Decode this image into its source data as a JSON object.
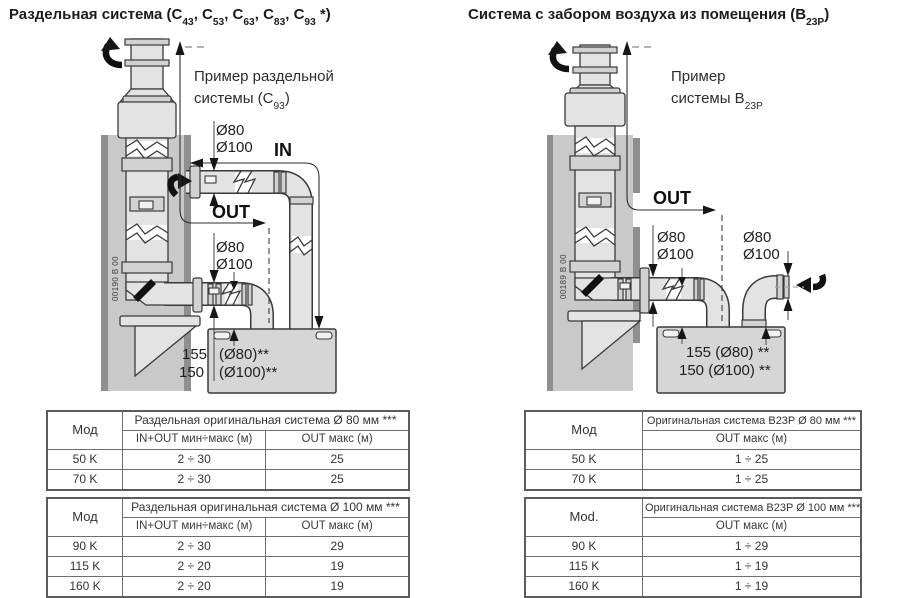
{
  "titles": {
    "left_runs": [
      {
        "t": "Раздельная система (C"
      },
      {
        "sub": "43"
      },
      {
        "t": ", C"
      },
      {
        "sub": "53"
      },
      {
        "t": ", C"
      },
      {
        "sub": "63"
      },
      {
        "t": ", C"
      },
      {
        "sub": "83"
      },
      {
        "t": ", C"
      },
      {
        "sub": "93"
      },
      {
        "t": " *)"
      }
    ],
    "right_runs": [
      {
        "t": "Система с забором воздуха из помещения (B"
      },
      {
        "sub": "23P"
      },
      {
        "t": ")"
      }
    ]
  },
  "left_diagram": {
    "caption_runs": [
      {
        "t": "Пример раздельной"
      },
      {
        "br": true
      },
      {
        "t": "системы (C"
      },
      {
        "sub": "93"
      },
      {
        "t": ")"
      }
    ],
    "labels": {
      "in": "IN",
      "out": "OUT",
      "dia_upper_1": "Ø80",
      "dia_upper_2": "Ø100",
      "dia_lower_1": "Ø80",
      "dia_lower_2": "Ø100",
      "dim_155_num": "155",
      "dim_155_rest": "(Ø80)**",
      "dim_150_num": "150",
      "dim_150_rest": "(Ø100)**",
      "code": "00190 B 00"
    }
  },
  "right_diagram": {
    "caption_runs": [
      {
        "t": "Пример"
      },
      {
        "br": true
      },
      {
        "t": "системы B"
      },
      {
        "sub": "23P"
      }
    ],
    "labels": {
      "out": "OUT",
      "dia_left_1": "Ø80",
      "dia_left_2": "Ø100",
      "dia_right_1": "Ø80",
      "dia_right_2": "Ø100",
      "dim_155": "155 (Ø80) **",
      "dim_150": "150 (Ø100) **",
      "code": "00189 B 00"
    }
  },
  "tables": [
    {
      "col1_header": "Мод",
      "span_header": "Раздельная оригинальная система Ø 80 мм ***",
      "sub_headers": [
        "IN+OUT мин÷макс (м)",
        "OUT макс (м)"
      ],
      "rows": [
        [
          "50 K",
          "2 ÷ 30",
          "25"
        ],
        [
          "70 K",
          "2 ÷ 30",
          "25"
        ]
      ]
    },
    {
      "col1_header": "Мод",
      "span_header": "Раздельная оригинальная система Ø 100 мм ***",
      "sub_headers": [
        "IN+OUT мин÷макс (м)",
        "OUT макс (м)"
      ],
      "rows": [
        [
          "90 K",
          "2 ÷ 30",
          "29"
        ],
        [
          "115 K",
          "2 ÷ 20",
          "19"
        ],
        [
          "160 K",
          "2 ÷ 20",
          "19"
        ]
      ]
    },
    {
      "col1_header": "Мод",
      "span_header": "Оригинальная система B23P Ø 80 мм ***",
      "sub_headers": [
        "OUT макс (м)"
      ],
      "rows": [
        [
          "50 K",
          "1 ÷ 25"
        ],
        [
          "70 K",
          "1 ÷ 25"
        ]
      ]
    },
    {
      "col1_header": "Mod.",
      "span_header": "Оригинальная система B23P Ø 100 мм ***",
      "sub_headers": [
        "OUT макс (м)"
      ],
      "rows": [
        [
          "90 K",
          "1 ÷ 29"
        ],
        [
          "115 K",
          "1 ÷ 19"
        ],
        [
          "160 K",
          "1 ÷ 19"
        ]
      ]
    }
  ],
  "colors": {
    "wall": "#c9c9c9",
    "wall_dark": "#8f8f8f",
    "pipe": "#e3e3e3",
    "boiler": "#d6d6d6",
    "line": "#3a3a3a"
  }
}
